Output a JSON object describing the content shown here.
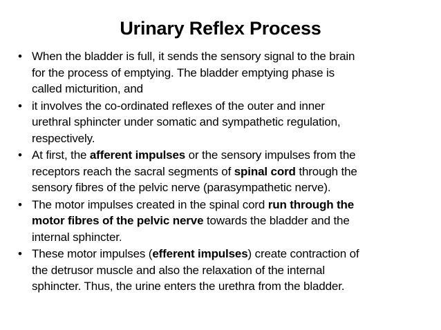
{
  "slide": {
    "title": "Urinary Reflex Process",
    "bullet_glyph": "•",
    "bullets": [
      {
        "lines": [
          [
            {
              "t": "When the bladder is full, it sends the sensory signal to the brain"
            }
          ],
          [
            {
              "t": "for the process of emptying. The bladder emptying phase is"
            }
          ],
          [
            {
              "t": "called micturition, and"
            }
          ]
        ]
      },
      {
        "lines": [
          [
            {
              "t": "it involves the co-ordinated reflexes of the outer and inner"
            }
          ],
          [
            {
              "t": "urethral sphincter under somatic and sympathetic regulation,"
            }
          ],
          [
            {
              "t": "respectively."
            }
          ]
        ]
      },
      {
        "lines": [
          [
            {
              "t": "At first, the "
            },
            {
              "t": "afferent impulses",
              "b": true
            },
            {
              "t": " or the sensory impulses from the"
            }
          ],
          [
            {
              "t": "receptors  reach the sacral segments of  "
            },
            {
              "t": "spinal cord",
              "b": true
            },
            {
              "t": " through the"
            }
          ],
          [
            {
              "t": "sensory fibres of the pelvic nerve (parasympathetic nerve)."
            }
          ]
        ]
      },
      {
        "lines": [
          [
            {
              "t": "The motor impulses created in the spinal cord "
            },
            {
              "t": "run through the",
              "b": true
            }
          ],
          [
            {
              "t": "motor fibres of the pelvic nerve",
              "b": true
            },
            {
              "t": " towards the bladder and the"
            }
          ],
          [
            {
              "t": "internal sphincter."
            }
          ]
        ]
      },
      {
        "lines": [
          [
            {
              "t": "These motor impulses ("
            },
            {
              "t": "efferent impulses",
              "b": true
            },
            {
              "t": ") create contraction of"
            }
          ],
          [
            {
              "t": "the detrusor muscle and also the relaxation of the internal"
            }
          ],
          [
            {
              "t": "sphincter. Thus, the urine enters the urethra from the  bladder."
            }
          ]
        ]
      }
    ]
  }
}
